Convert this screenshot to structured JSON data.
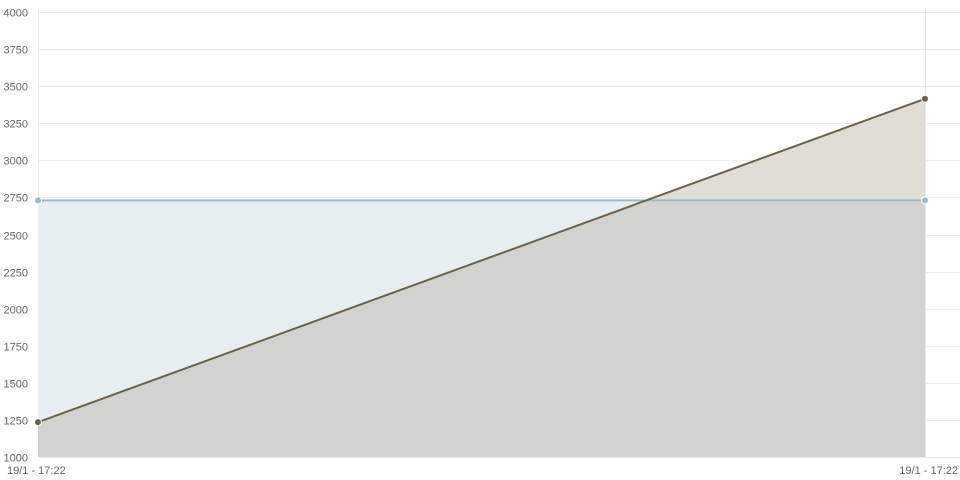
{
  "chart_data": {
    "type": "area",
    "title": "",
    "xlabel": "",
    "ylabel": "",
    "x": [
      "19/1 - 17:22",
      "19/1 - 17:22"
    ],
    "series": [
      {
        "values": [
          2730,
          2730
        ],
        "color": "#97bbcd",
        "fill": "#e6eef2"
      },
      {
        "values": [
          1235,
          3415
        ],
        "color": "#6e6246",
        "fill": "#d2d3d0",
        "fill_above": "#e0ddd5"
      }
    ],
    "ylim": [
      1000,
      4000
    ],
    "yticks": [
      "1000",
      "1250",
      "1500",
      "1750",
      "2000",
      "2250",
      "2500",
      "2750",
      "3000",
      "3250",
      "3500",
      "3750",
      "4000"
    ],
    "grid": true,
    "legend": "none"
  }
}
